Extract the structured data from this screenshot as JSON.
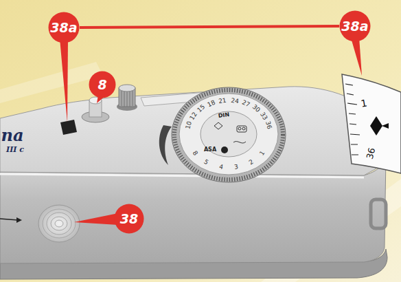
{
  "diagram": {
    "nodes": [
      {
        "text": [
          "38a"
        ]
      },
      {
        "text": [
          "38a"
        ]
      },
      {
        "text": [
          "8"
        ]
      },
      {
        "text": [
          "38"
        ]
      }
    ],
    "edges": [
      {
        "from": 0,
        "to": 1,
        "arrow": "none"
      }
    ],
    "labels": [
      "na",
      "III c",
      "1",
      "36",
      "10",
      "12",
      "15",
      "18",
      "21",
      "24",
      "27",
      "30",
      "33",
      "36",
      "8",
      "5",
      "4",
      "3",
      "2",
      "1",
      "DIN",
      "ASA"
    ]
  }
}
